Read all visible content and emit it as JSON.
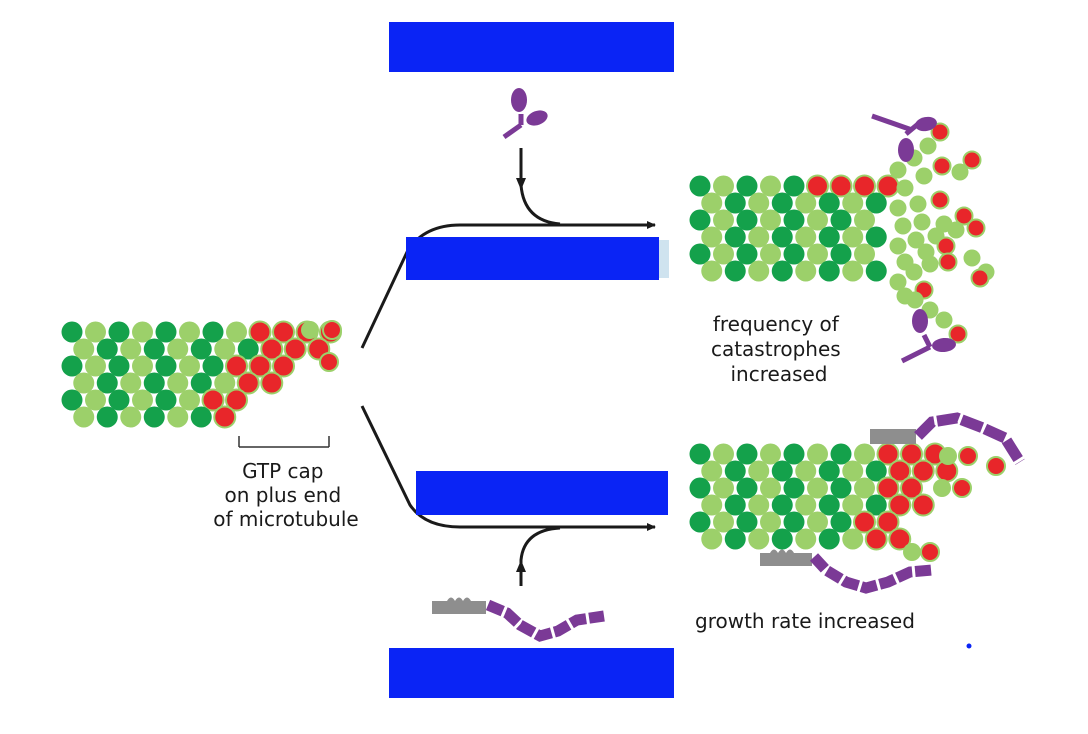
{
  "labels": {
    "gtp_cap": [
      "GTP cap",
      "on plus end",
      "of microtubule"
    ],
    "catastrophe": [
      "frequency of",
      "catastrophes",
      "increased"
    ],
    "growth": "growth rate increased"
  },
  "colors": {
    "tubulin_dark": "#14a14b",
    "tubulin_light": "#9cd06a",
    "gtp": "#e8262a",
    "protein": "#7b3a96",
    "grey_protein": "#8e8e8e",
    "redaction_blue": "#0a24f5",
    "arrow": "#1a1a1a"
  },
  "icons": {
    "catastrophe_factor": "purple-y-shaped-protein-icon",
    "plus_end_tracker": "purple-chain-with-grey-head-icon"
  }
}
